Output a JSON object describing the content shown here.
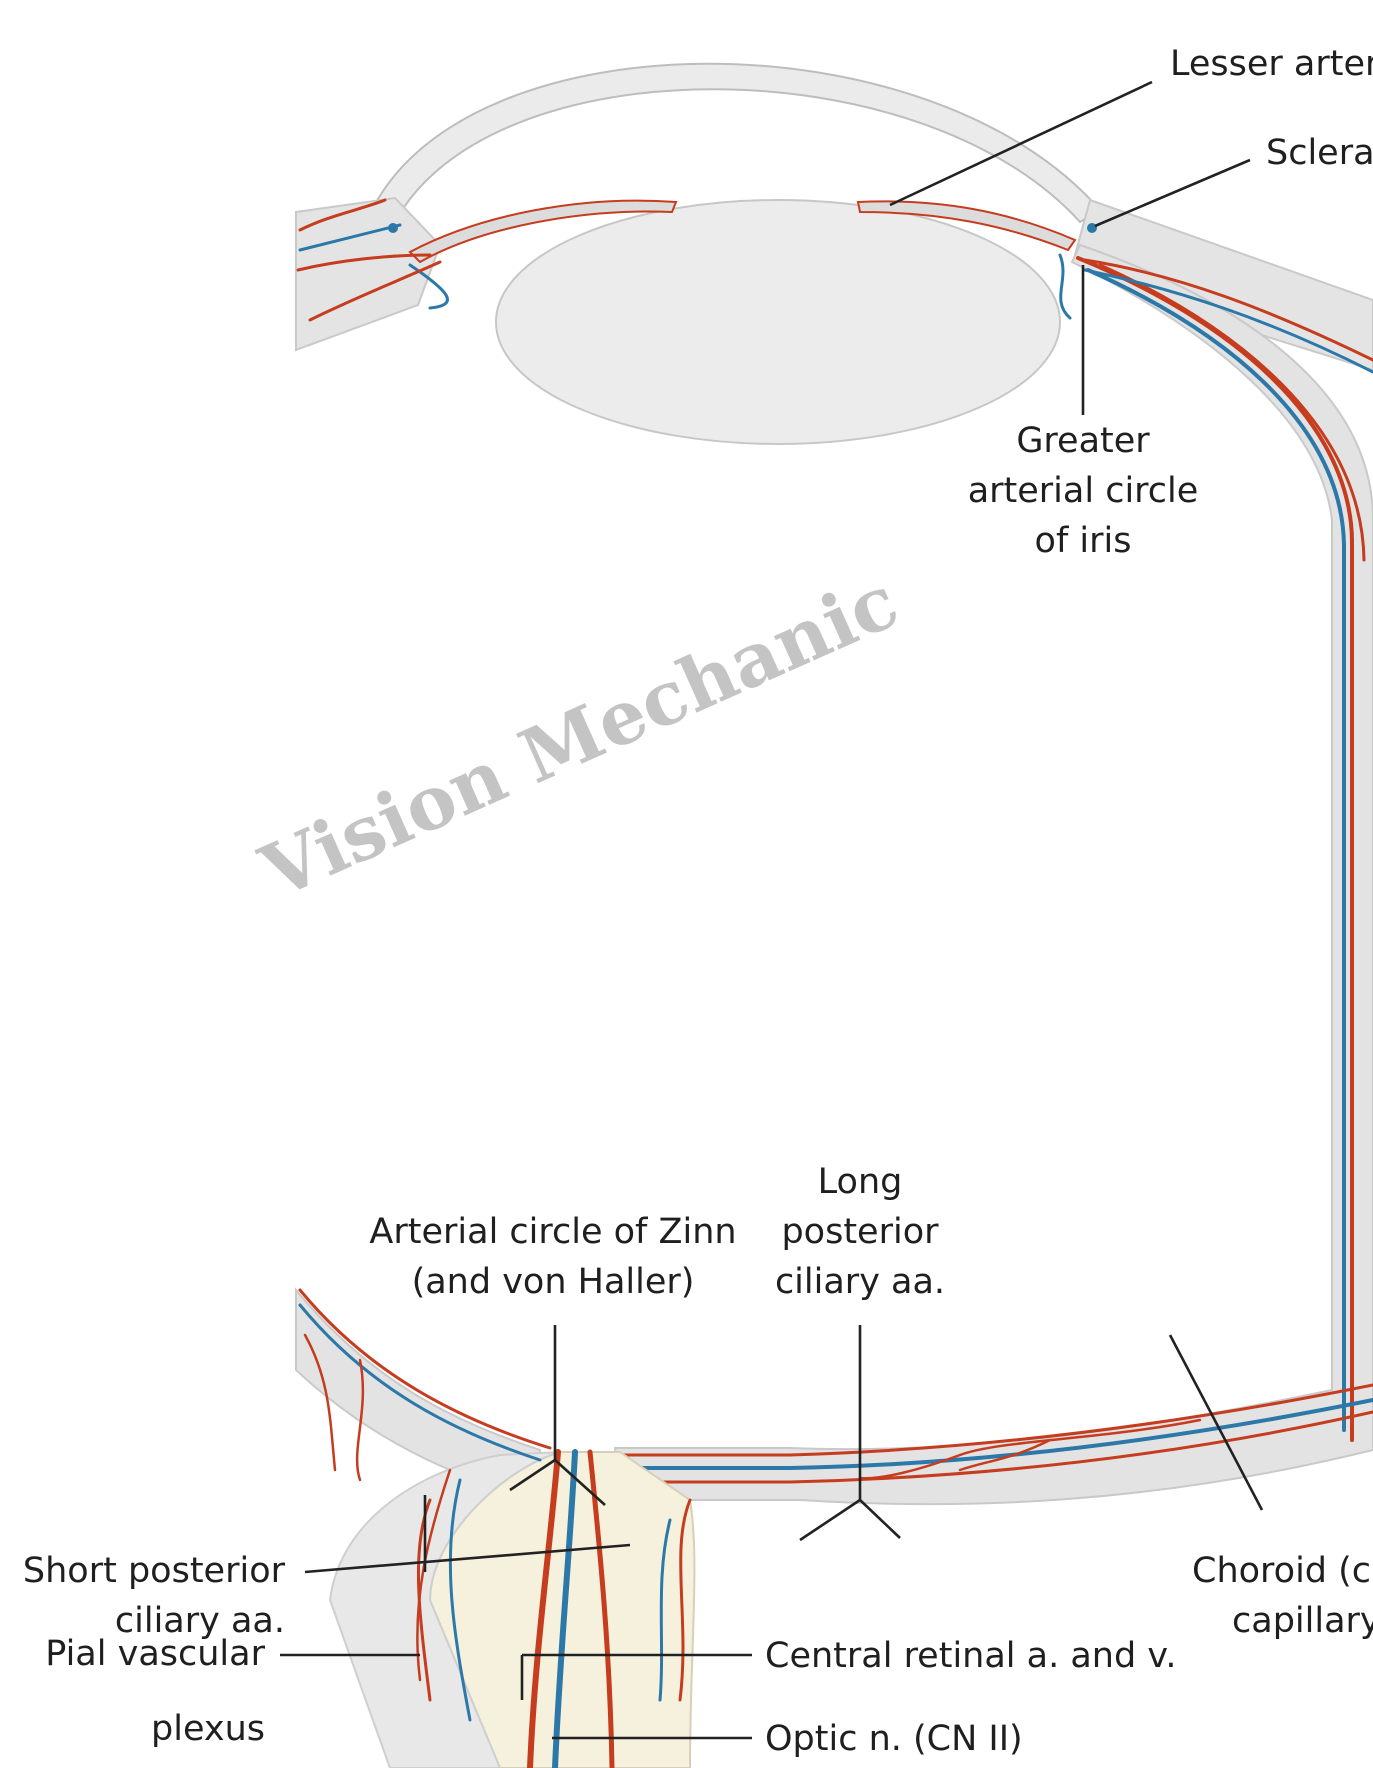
{
  "labels": {
    "lesser_arterial_circle": "Lesser arter",
    "sclera": "Sclera",
    "greater_arterial_circle": [
      "Greater",
      "arterial circle",
      "of iris"
    ],
    "arterial_circle_zinn": [
      "Arterial circle of Zinn",
      "(and von Haller)"
    ],
    "long_posterior_ciliary": [
      "Long",
      "posterior",
      "ciliary aa."
    ],
    "short_posterior_ciliary": [
      "Short posterior",
      "ciliary aa."
    ],
    "pial_vascular_plexus": [
      "Pial vascular",
      "plexus"
    ],
    "central_retinal": "Central retinal a. and  v.",
    "optic_nerve": "Optic n. (CN II)",
    "choroid": [
      "Choroid (c",
      "capillary"
    ]
  },
  "watermark": "Vision Mechanic",
  "colors": {
    "artery": "#c63c1e",
    "vein": "#2c78a8",
    "sclera": "#e6e6e6",
    "optic_nerve": "#f6f1dc",
    "lens": "#ececec",
    "watermark": "#c4c4c4"
  }
}
